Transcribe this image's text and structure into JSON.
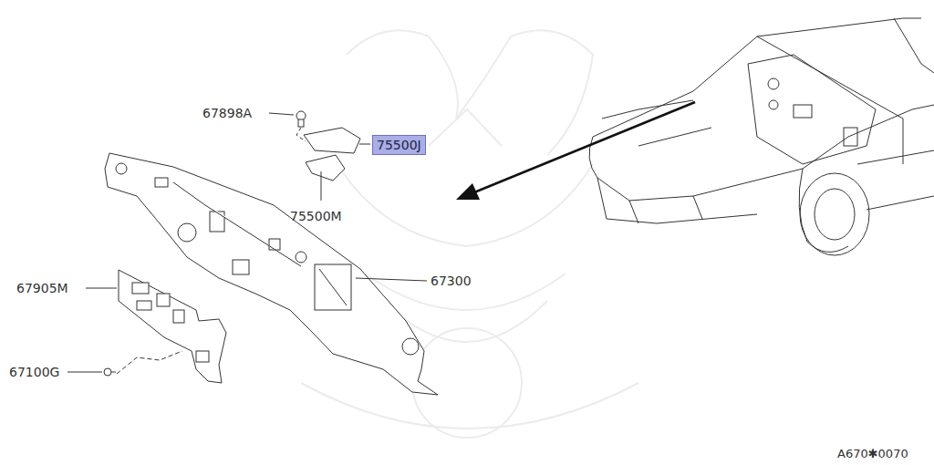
{
  "diagram": {
    "nodes": [
      {
        "text": [
          "75500J"
        ]
      }
    ],
    "labels": [
      "67898A",
      "75500M",
      "67300",
      "67905M",
      "67100G",
      "A670✱0070"
    ]
  }
}
